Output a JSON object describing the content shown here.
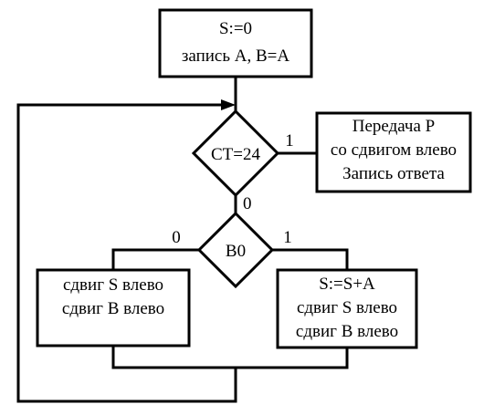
{
  "blocks": {
    "init": {
      "line1": "S:=0",
      "line2": "запись A, B=A"
    },
    "check_ct": {
      "label": "CT=24",
      "branch_yes": "1",
      "branch_no": "0"
    },
    "output": {
      "line1": "Передача P",
      "line2": "со сдвигом влево",
      "line3": "Запись ответа"
    },
    "check_b0": {
      "label": "B0",
      "branch_left": "0",
      "branch_right": "1"
    },
    "shift_only": {
      "line1": "сдвиг S влево",
      "line2": "сдвиг B влево"
    },
    "add_and_shift": {
      "line1": "S:=S+A",
      "line2": "сдвиг S влево",
      "line3": "сдвиг B влево"
    }
  }
}
